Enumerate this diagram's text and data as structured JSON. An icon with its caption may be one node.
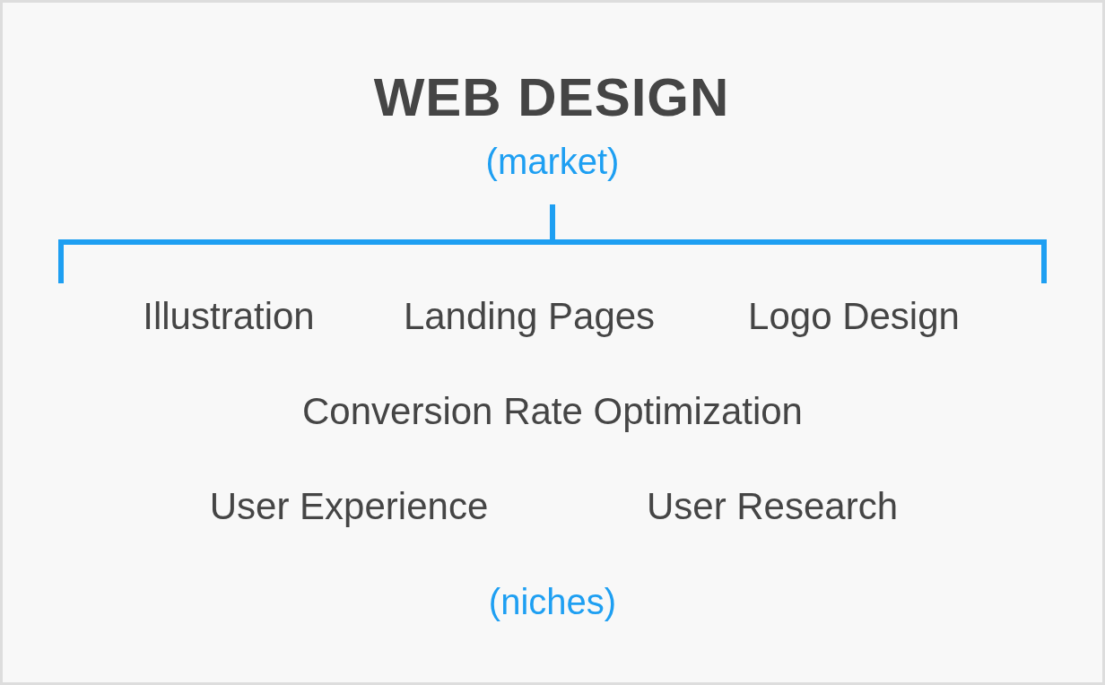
{
  "diagram": {
    "title": "WEB DESIGN",
    "labels": [
      "(market)",
      "Illustration",
      "Landing Pages",
      "Logo Design",
      "Conversion Rate Optimization",
      "User Experience",
      "User Research",
      "(niches)"
    ]
  }
}
